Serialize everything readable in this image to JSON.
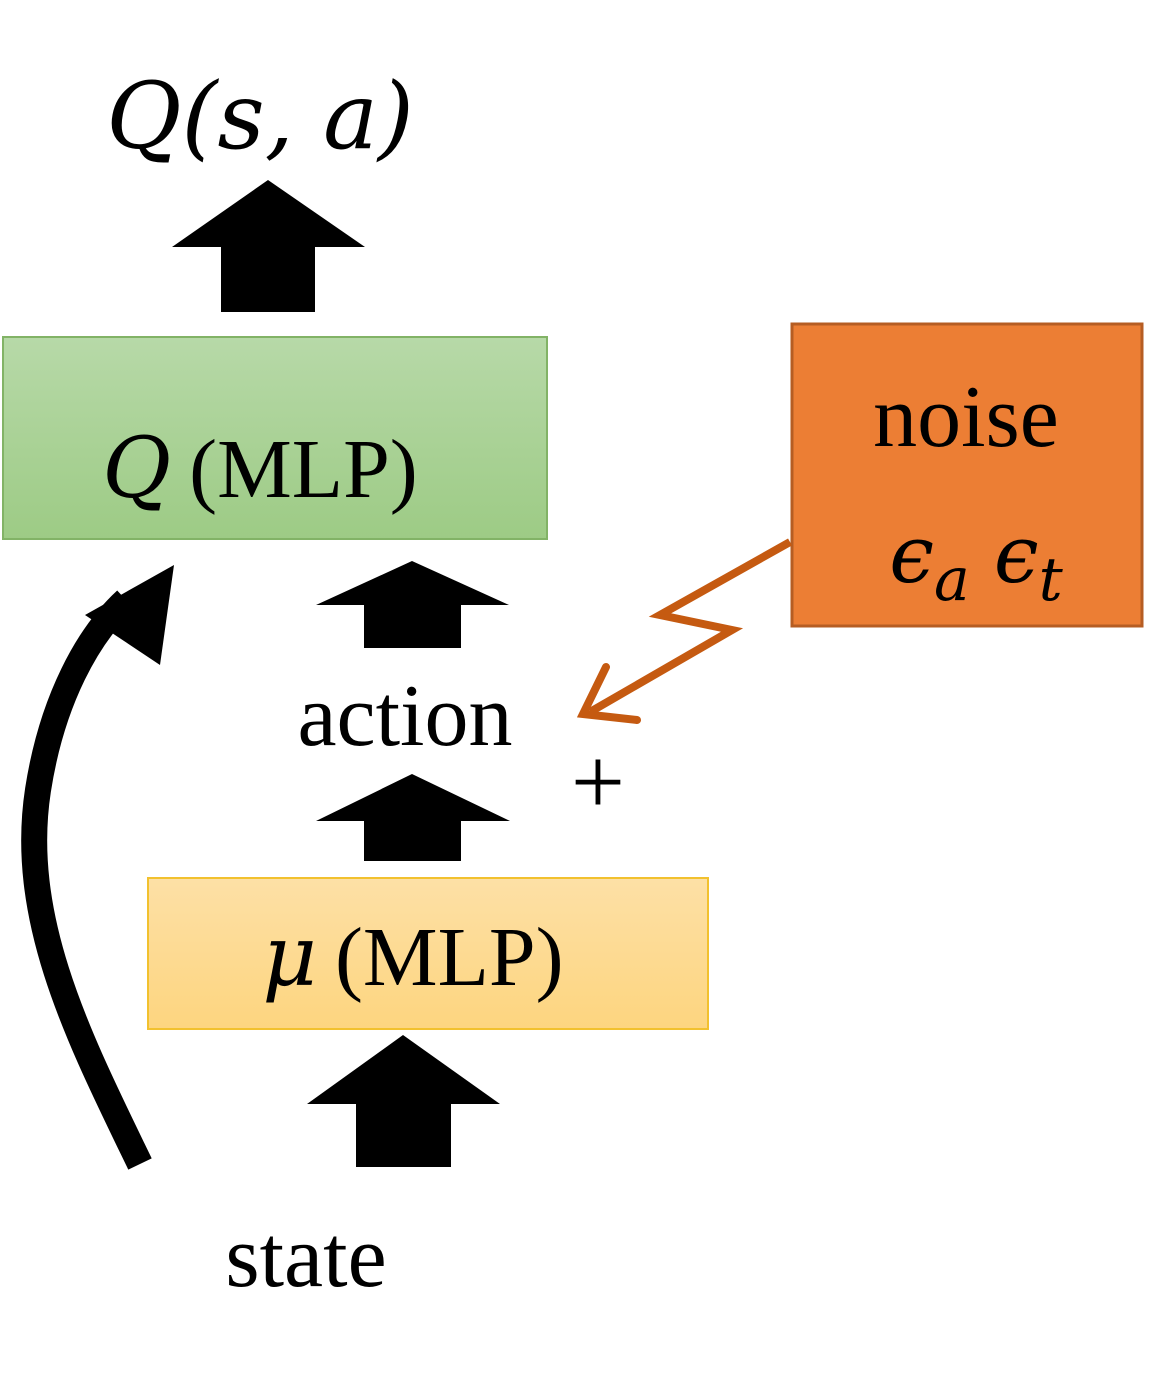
{
  "output": {
    "q_symbol": "Q",
    "q_args": "(s, a)",
    "label_full": "Q(s, a)"
  },
  "q_network": {
    "symbol": "Q",
    "label": "(MLP)",
    "fill_top": "#b7d9a8",
    "fill_bottom": "#9dcb85",
    "border": "#82b366"
  },
  "noise": {
    "label": "noise",
    "eps_symbol": "ϵ",
    "sub_a": "a",
    "sub_t": "t",
    "fill": "#ec7e34",
    "border": "#b65d23",
    "arrow_color": "#c55a11"
  },
  "action": {
    "label": "action",
    "plus": "+"
  },
  "mu_network": {
    "symbol": "μ",
    "label": "(MLP)",
    "fill_top": "#fde0a6",
    "fill_bottom": "#fdd57f",
    "border": "#f2c12e"
  },
  "state": {
    "label": "state"
  },
  "colors": {
    "arrow": "#000000"
  }
}
